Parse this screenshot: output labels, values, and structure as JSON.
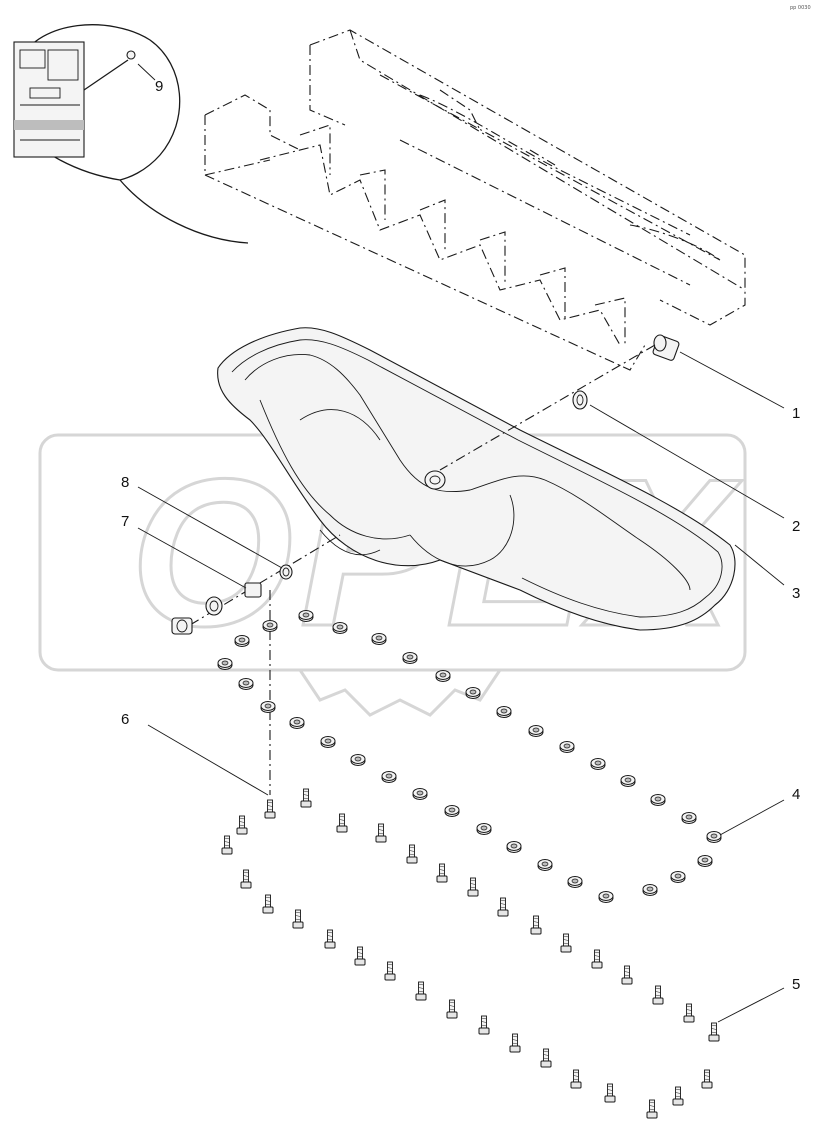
{
  "corner_code": "pp 0030",
  "watermark_text": "OPEX",
  "callouts": [
    {
      "id": "1",
      "label": "1"
    },
    {
      "id": "2",
      "label": "2"
    },
    {
      "id": "3",
      "label": "3"
    },
    {
      "id": "4",
      "label": "4"
    },
    {
      "id": "5",
      "label": "5"
    },
    {
      "id": "6",
      "label": "6"
    },
    {
      "id": "7",
      "label": "7"
    },
    {
      "id": "8",
      "label": "8"
    },
    {
      "id": "9",
      "label": "9"
    }
  ],
  "colors": {
    "line": "#1a1a1a",
    "watermark": "#d6d6d6",
    "background": "#ffffff"
  }
}
